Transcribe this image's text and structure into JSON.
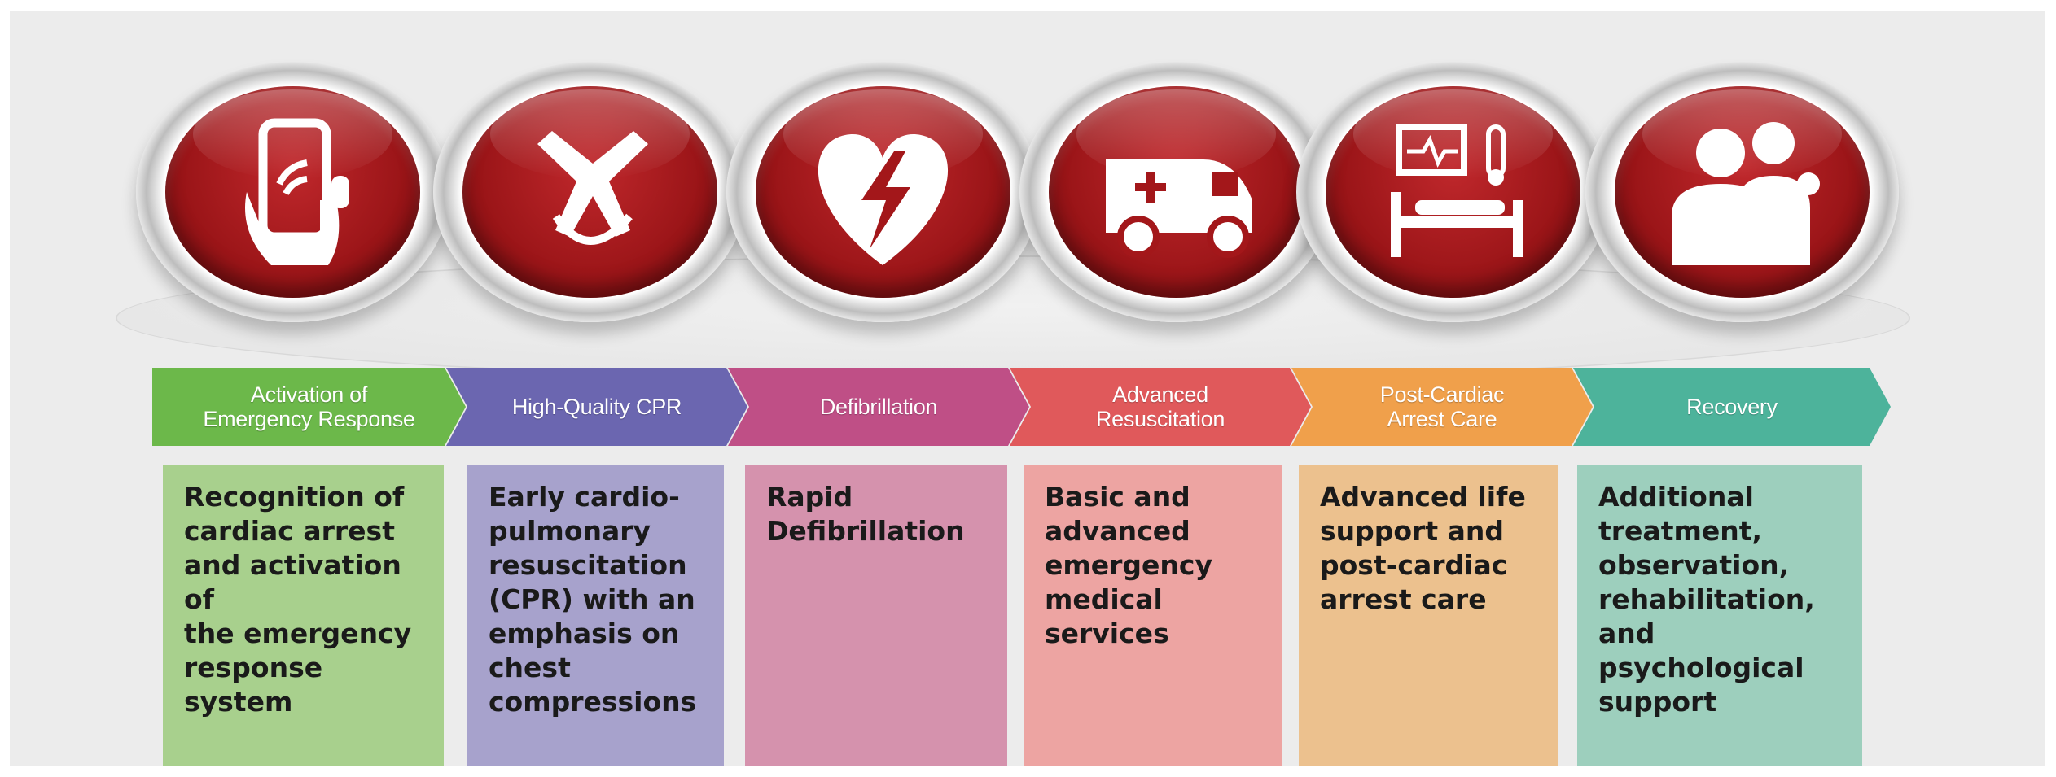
{
  "stages": [
    {
      "label": "Activation of\nEmergency Response",
      "description": "Recognition of\ncardiac arrest\nand activation of\nthe emergency\nresponse system",
      "icon": "phone-in-hand-icon",
      "arrow_color": "#6cb84a",
      "box_color": "#a8d08d"
    },
    {
      "label": "High-Quality CPR",
      "description": "Early cardio-\npulmonary\nresuscitation\n(CPR) with an\nemphasis on\nchest\ncompressions",
      "icon": "cpr-hands-icon",
      "arrow_color": "#6b66b0",
      "box_color": "#a7a2cc"
    },
    {
      "label": "Defibrillation",
      "description": "Rapid\nDefibrillation",
      "icon": "heart-lightning-icon",
      "arrow_color": "#bf4f86",
      "box_color": "#d592ad"
    },
    {
      "label": "Advanced\nResuscitation",
      "description": "Basic and\nadvanced\nemergency\nmedical\nservices",
      "icon": "ambulance-icon",
      "arrow_color": "#e0595b",
      "box_color": "#eda4a2"
    },
    {
      "label": "Post-Cardiac\nArrest Care",
      "description": "Advanced life\nsupport and\npost-cardiac\narrest care",
      "icon": "hospital-bed-icon",
      "arrow_color": "#f0a04b",
      "box_color": "#ecc18e"
    },
    {
      "label": "Recovery",
      "description": "Additional\ntreatment,\nobservation,\nrehabilitation,\nand\npsychological\nsupport",
      "icon": "family-icon",
      "arrow_color": "#4db39b",
      "box_color": "#9dcfbd"
    }
  ]
}
